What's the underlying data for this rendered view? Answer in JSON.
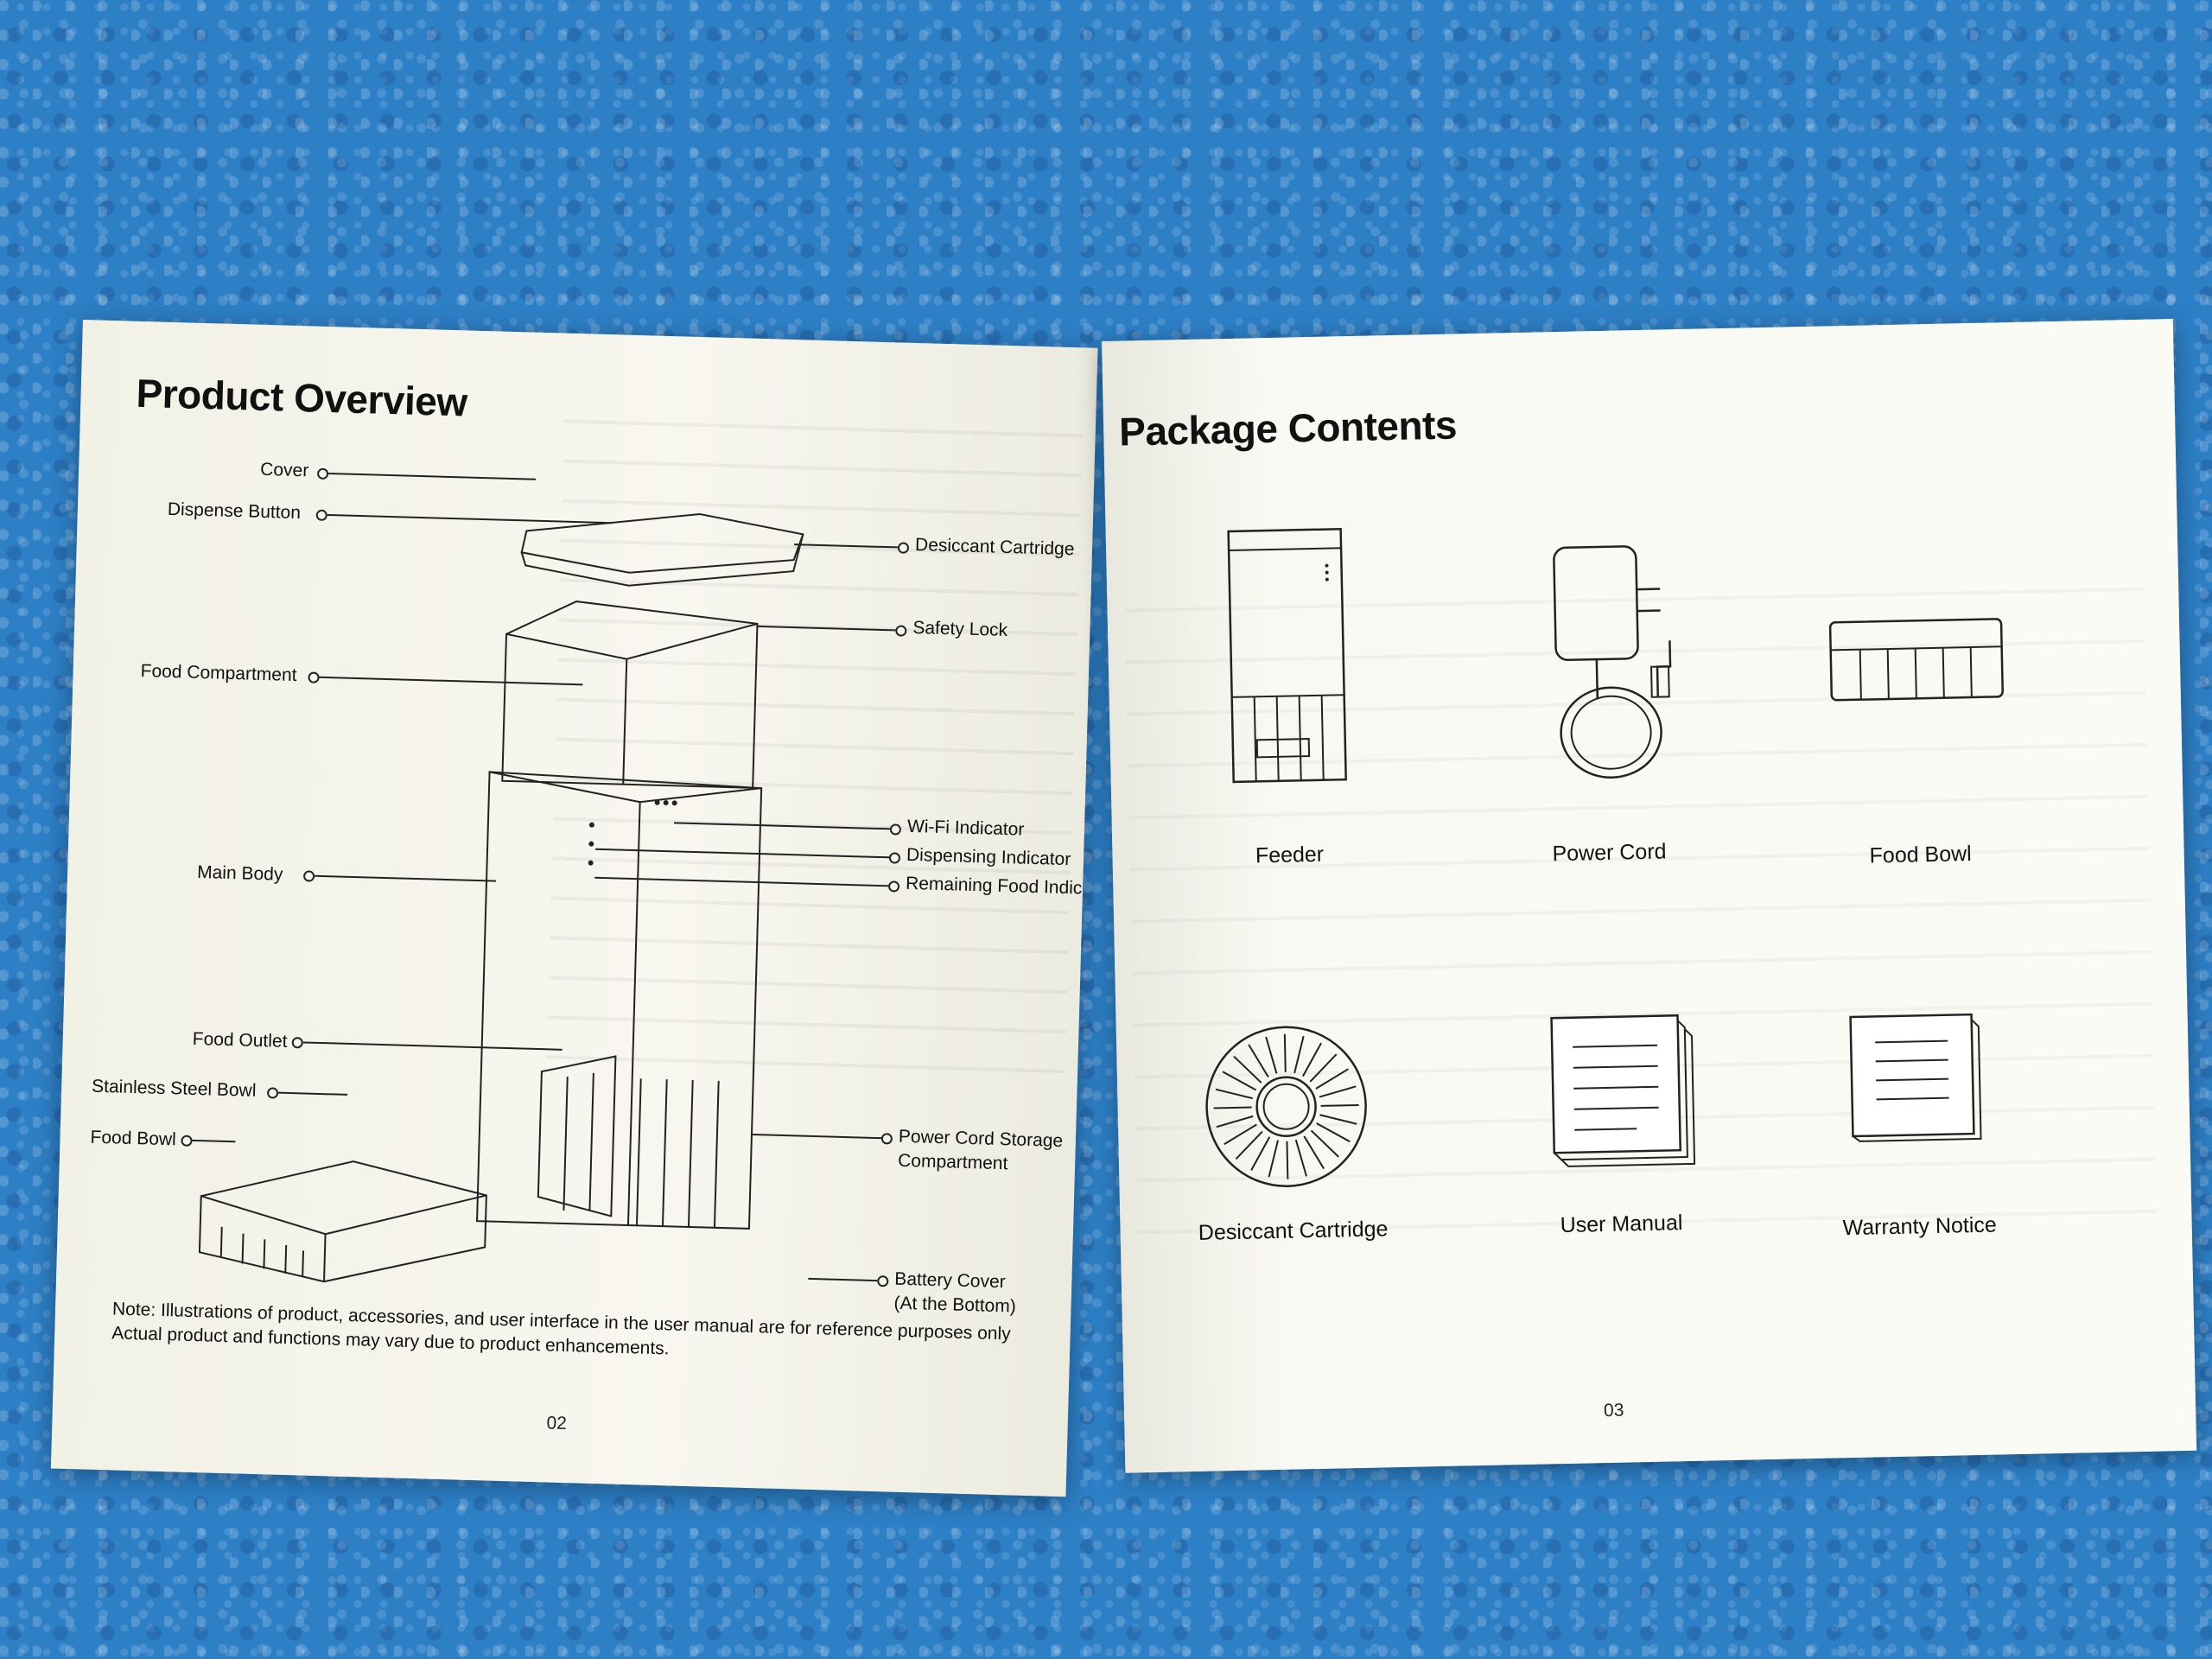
{
  "left_page": {
    "title": "Product Overview",
    "labels": {
      "cover": "Cover",
      "dispense_button": "Dispense Button",
      "desiccant_cartridge": "Desiccant Cartridge",
      "safety_lock": "Safety Lock",
      "food_compartment": "Food Compartment",
      "wifi_indicator": "Wi-Fi Indicator",
      "dispensing_indicator": "Dispensing Indicator",
      "remaining_food_indicator": "Remaining Food Indic",
      "main_body": "Main Body",
      "food_outlet": "Food Outlet",
      "stainless_steel_bowl": "Stainless Steel Bowl",
      "food_bowl": "Food Bowl",
      "power_cord_storage_1": "Power Cord Storage",
      "power_cord_storage_2": "Compartment",
      "battery_cover_1": "Battery Cover",
      "battery_cover_2": "(At the Bottom)"
    },
    "note_line1": "Note: Illustrations of product, accessories, and user interface in the user manual are for reference purposes only",
    "note_line2": "Actual product and functions may vary due to product enhancements.",
    "page_number": "02"
  },
  "right_page": {
    "title": "Package Contents",
    "items": [
      {
        "label": "Feeder",
        "icon": "feeder-icon"
      },
      {
        "label": "Power Cord",
        "icon": "power-cord-icon"
      },
      {
        "label": "Food Bowl",
        "icon": "food-bowl-icon"
      },
      {
        "label": "Desiccant Cartridge",
        "icon": "desiccant-cartridge-icon"
      },
      {
        "label": "User Manual",
        "icon": "user-manual-icon"
      },
      {
        "label": "Warranty Notice",
        "icon": "warranty-notice-icon"
      }
    ],
    "page_number": "03"
  }
}
